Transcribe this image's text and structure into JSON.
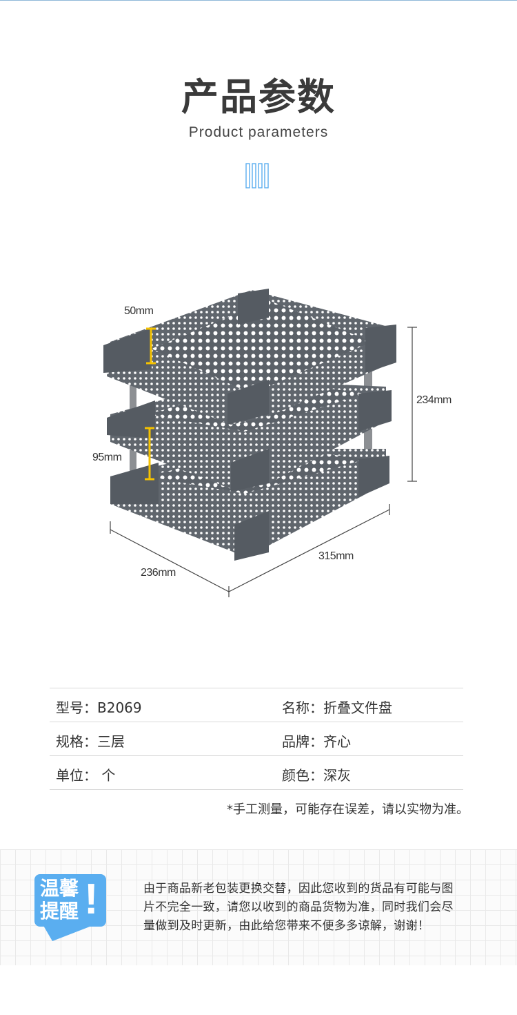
{
  "header": {
    "title": "产品参数",
    "subtitle": "Product parameters"
  },
  "image": {
    "subject": "three-tier-file-tray-icon",
    "color": "#5b6168",
    "dimensions": {
      "tier_height": "50mm",
      "tier_gap": "95mm",
      "total_height": "234mm",
      "width": "315mm",
      "depth": "236mm"
    }
  },
  "specs": [
    {
      "left": "型号：B2069",
      "right": "名称：折叠文件盘"
    },
    {
      "left": "规格：三层",
      "right": "品牌：齐心"
    },
    {
      "left": "单位：  个",
      "right": "颜色：深灰"
    }
  ],
  "note": "*手工测量，可能存在误差，请以实物为准。",
  "reminder": {
    "badge_text": "温馨提醒",
    "badge_mark": "!",
    "lines": [
      "由于商品新老包装更换交替，因此您收到的货品有可能与图",
      "片不完全一致，请您以收到的商品货物为准，同时我们会尽",
      "量做到及时更新，由此给您带来不便多多谅解，谢谢！"
    ]
  },
  "colors": {
    "accent": "#5aaef0",
    "measure_highlight": "#f5c200",
    "tray": "#5b6168"
  }
}
